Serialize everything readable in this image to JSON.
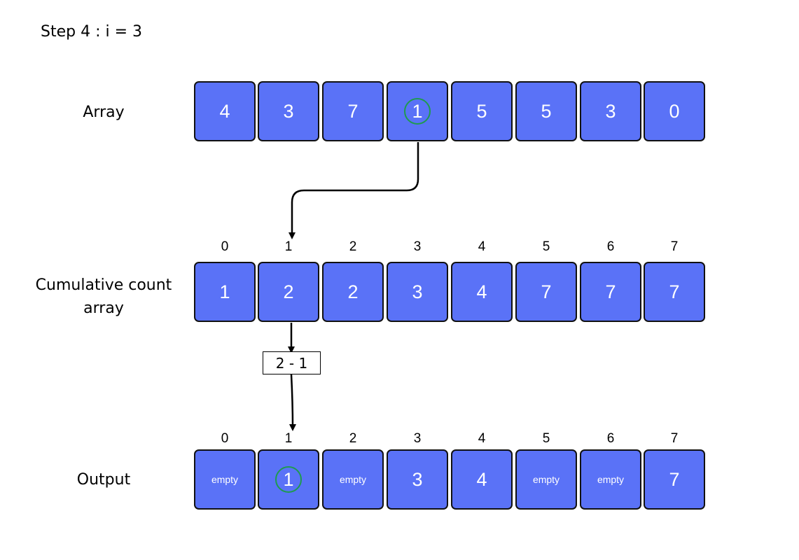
{
  "title": "Step 4 : i = 3",
  "labels": {
    "array": "Array",
    "cumulative_line1": "Cumulative count",
    "cumulative_line2": "array",
    "output": "Output"
  },
  "array": {
    "values": [
      "4",
      "3",
      "7",
      "1",
      "5",
      "5",
      "3",
      "0"
    ],
    "highlight_index": 3
  },
  "cumulative": {
    "indices": [
      "0",
      "1",
      "2",
      "3",
      "4",
      "5",
      "6",
      "7"
    ],
    "values": [
      "1",
      "2",
      "2",
      "3",
      "4",
      "7",
      "7",
      "7"
    ]
  },
  "calculation": "2 - 1",
  "output": {
    "indices": [
      "0",
      "1",
      "2",
      "3",
      "4",
      "5",
      "6",
      "7"
    ],
    "values": [
      "empty",
      "1",
      "empty",
      "3",
      "4",
      "empty",
      "empty",
      "7"
    ],
    "highlight_index": 1
  },
  "colors": {
    "cell_fill": "#5a72f7",
    "highlight_ring": "#1f9a50"
  }
}
